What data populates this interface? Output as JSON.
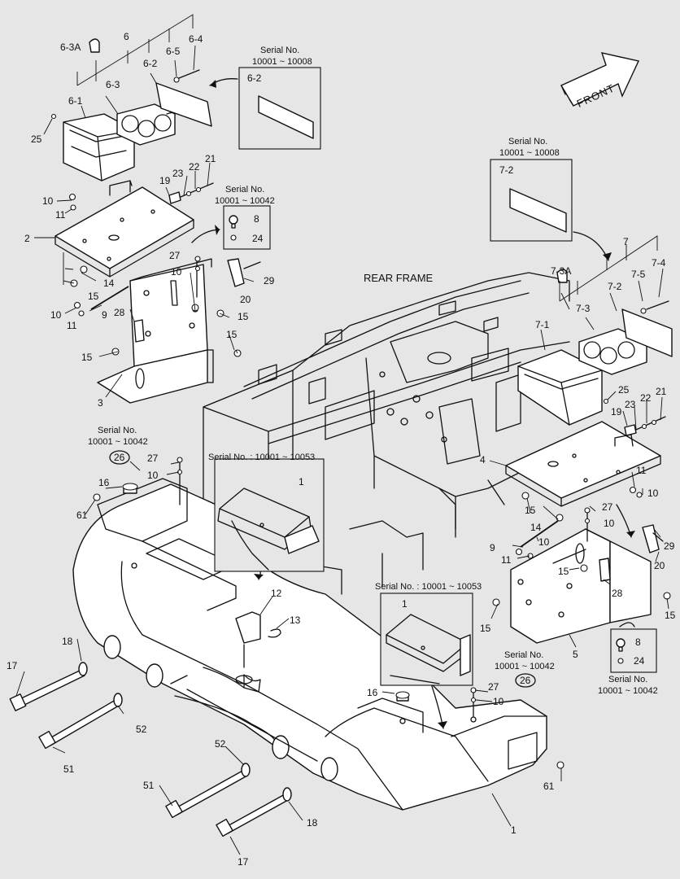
{
  "title": "REAR FRAME",
  "front_label": "FRONT",
  "serial_notes": {
    "serial_6_2": {
      "line1": "Serial No.",
      "line2": "10001 ~ 10008",
      "part": "6-2"
    },
    "serial_7_2": {
      "line1": "Serial No.",
      "line2": "10001 ~ 10008",
      "part": "7-2"
    },
    "serial_8_24_left": {
      "line1": "Serial No.",
      "line2": "10001 ~ 10042",
      "part_a": "8",
      "part_b": "24"
    },
    "serial_8_24_right": {
      "line1": "Serial No.",
      "line2": "10001 ~ 10042",
      "part_a": "8",
      "part_b": "24"
    },
    "serial_26_left": {
      "line1": "Serial No.",
      "line2": "10001 ~ 10042",
      "part": "26"
    },
    "serial_26_right": {
      "line1": "Serial No.",
      "line2": "10001 ~ 10042",
      "part": "26"
    },
    "detail_left": {
      "heading": "Serial No. : 10001 ~ 10053",
      "part": "1"
    },
    "detail_right": {
      "heading": "Serial No. : 10001 ~ 10053",
      "part": "1"
    }
  },
  "part_labels": {
    "p6": "6",
    "p6_3A": "6-3A",
    "p6_5": "6-5",
    "p6_4": "6-4",
    "p6_2": "6-2",
    "p6_3": "6-3",
    "p6_1": "6-1",
    "p25_l": "25",
    "p19_l": "19",
    "p23_l": "23",
    "p22_l": "22",
    "p21_l": "21",
    "p10_a": "10",
    "p11_a": "11",
    "p2": "2",
    "p27_a": "27",
    "p10_b": "10",
    "p29_l": "29",
    "p20_l": "20",
    "p14_l": "14",
    "p15_a": "15",
    "p10_c": "10",
    "p11_c": "11",
    "p9_l": "9",
    "p28_l": "28",
    "p15_b": "15",
    "p15_c": "15",
    "p15_d": "15",
    "p3": "3",
    "p7": "7",
    "p7_3A": "7-3A",
    "p7_5": "7-5",
    "p7_4": "7-4",
    "p7_2": "7-2",
    "p7_3": "7-3",
    "p7_1": "7-1",
    "p25_r": "25",
    "p23_r": "23",
    "p22_r": "22",
    "p21_r": "21",
    "p19_r": "19",
    "p4": "4",
    "p11_r": "11",
    "p10_r": "10",
    "p15_e": "15",
    "p14_r": "14",
    "p27_r": "27",
    "p10_s": "10",
    "p9_r": "9",
    "p10_t": "10",
    "p11_t": "11",
    "p29_r": "29",
    "p20_r": "20",
    "p15_f": "15",
    "p28_r": "28",
    "p15_g": "15",
    "p15_h": "15",
    "p5": "5",
    "p27_c": "27",
    "p10_u": "10",
    "p16_l": "16",
    "p61_l": "61",
    "p12": "12",
    "p13": "13",
    "p18_a": "18",
    "p17_a": "17",
    "p52_a": "52",
    "p51_a": "51",
    "p52_b": "52",
    "p51_b": "51",
    "p18_b": "18",
    "p17_b": "17",
    "p1": "1",
    "p61_r": "61",
    "p16_r": "16",
    "p27_d": "27",
    "p10_v": "10"
  }
}
